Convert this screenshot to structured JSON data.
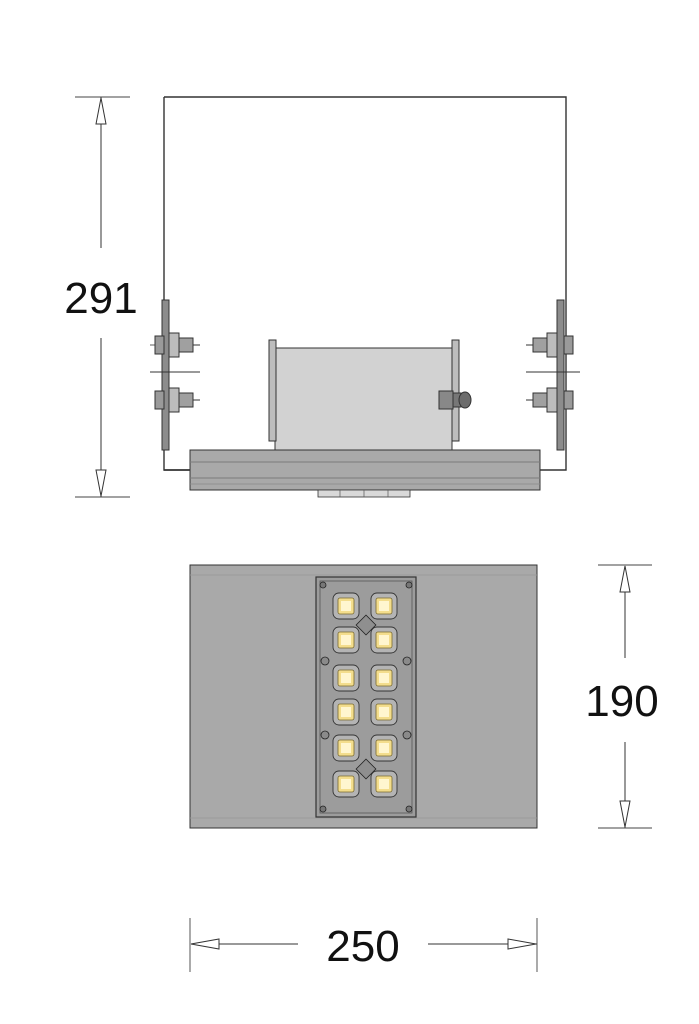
{
  "dimensions": {
    "height_top": "291",
    "height_bottom": "190",
    "width_bottom": "250"
  },
  "colors": {
    "housing": "#a9a9a9",
    "housing_dark": "#8e8e8e",
    "driver_box": "#d2d2d2",
    "outline": "#333333",
    "led_yellow": "#f3dd8c",
    "led_highlight": "#fff6cf"
  },
  "led_module": {
    "led_count": 12
  }
}
